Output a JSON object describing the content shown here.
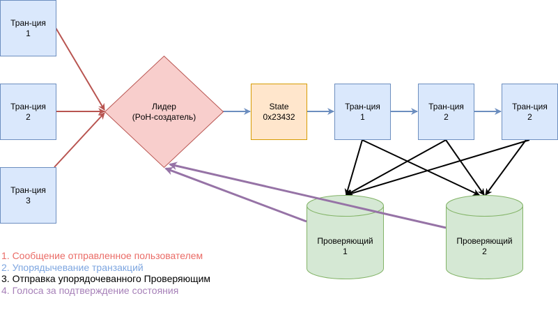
{
  "nodes": {
    "tx_in_1": {
      "line1": "Тран-ция",
      "line2": "1"
    },
    "tx_in_2": {
      "line1": "Тран-ция",
      "line2": "2"
    },
    "tx_in_3": {
      "line1": "Тран-ция",
      "line2": "3"
    },
    "leader": {
      "line1": "Лидер",
      "line2": "(PoH-создатель)"
    },
    "state": {
      "line1": "State",
      "line2": "0x23432"
    },
    "tx_out_1": {
      "line1": "Тран-ция",
      "line2": "1"
    },
    "tx_out_2": {
      "line1": "Тран-ция",
      "line2": "2"
    },
    "tx_out_3": {
      "line1": "Тран-ция",
      "line2": "2"
    },
    "validator_1": {
      "line1": "Проверяющий",
      "line2": "1"
    },
    "validator_2": {
      "line1": "Проверяющий",
      "line2": "2"
    }
  },
  "legend": {
    "item1": "1. Сообщение отправленное пользователем",
    "item2": "2. Упорядычевание транзакций",
    "item3": "3. Отправка упорядочеванного Проверяющим",
    "item4": "4. Голоса за подтверждение состояния"
  },
  "colors": {
    "user_message": "#b85450",
    "ordering": "#6c8ebf",
    "send_to_validators": "#000000",
    "votes": "#9673a6",
    "tx_fill": "#dae8fc",
    "leader_fill": "#f8cecc",
    "state_fill": "#ffe6cc",
    "validator_fill": "#d5e8d4"
  }
}
